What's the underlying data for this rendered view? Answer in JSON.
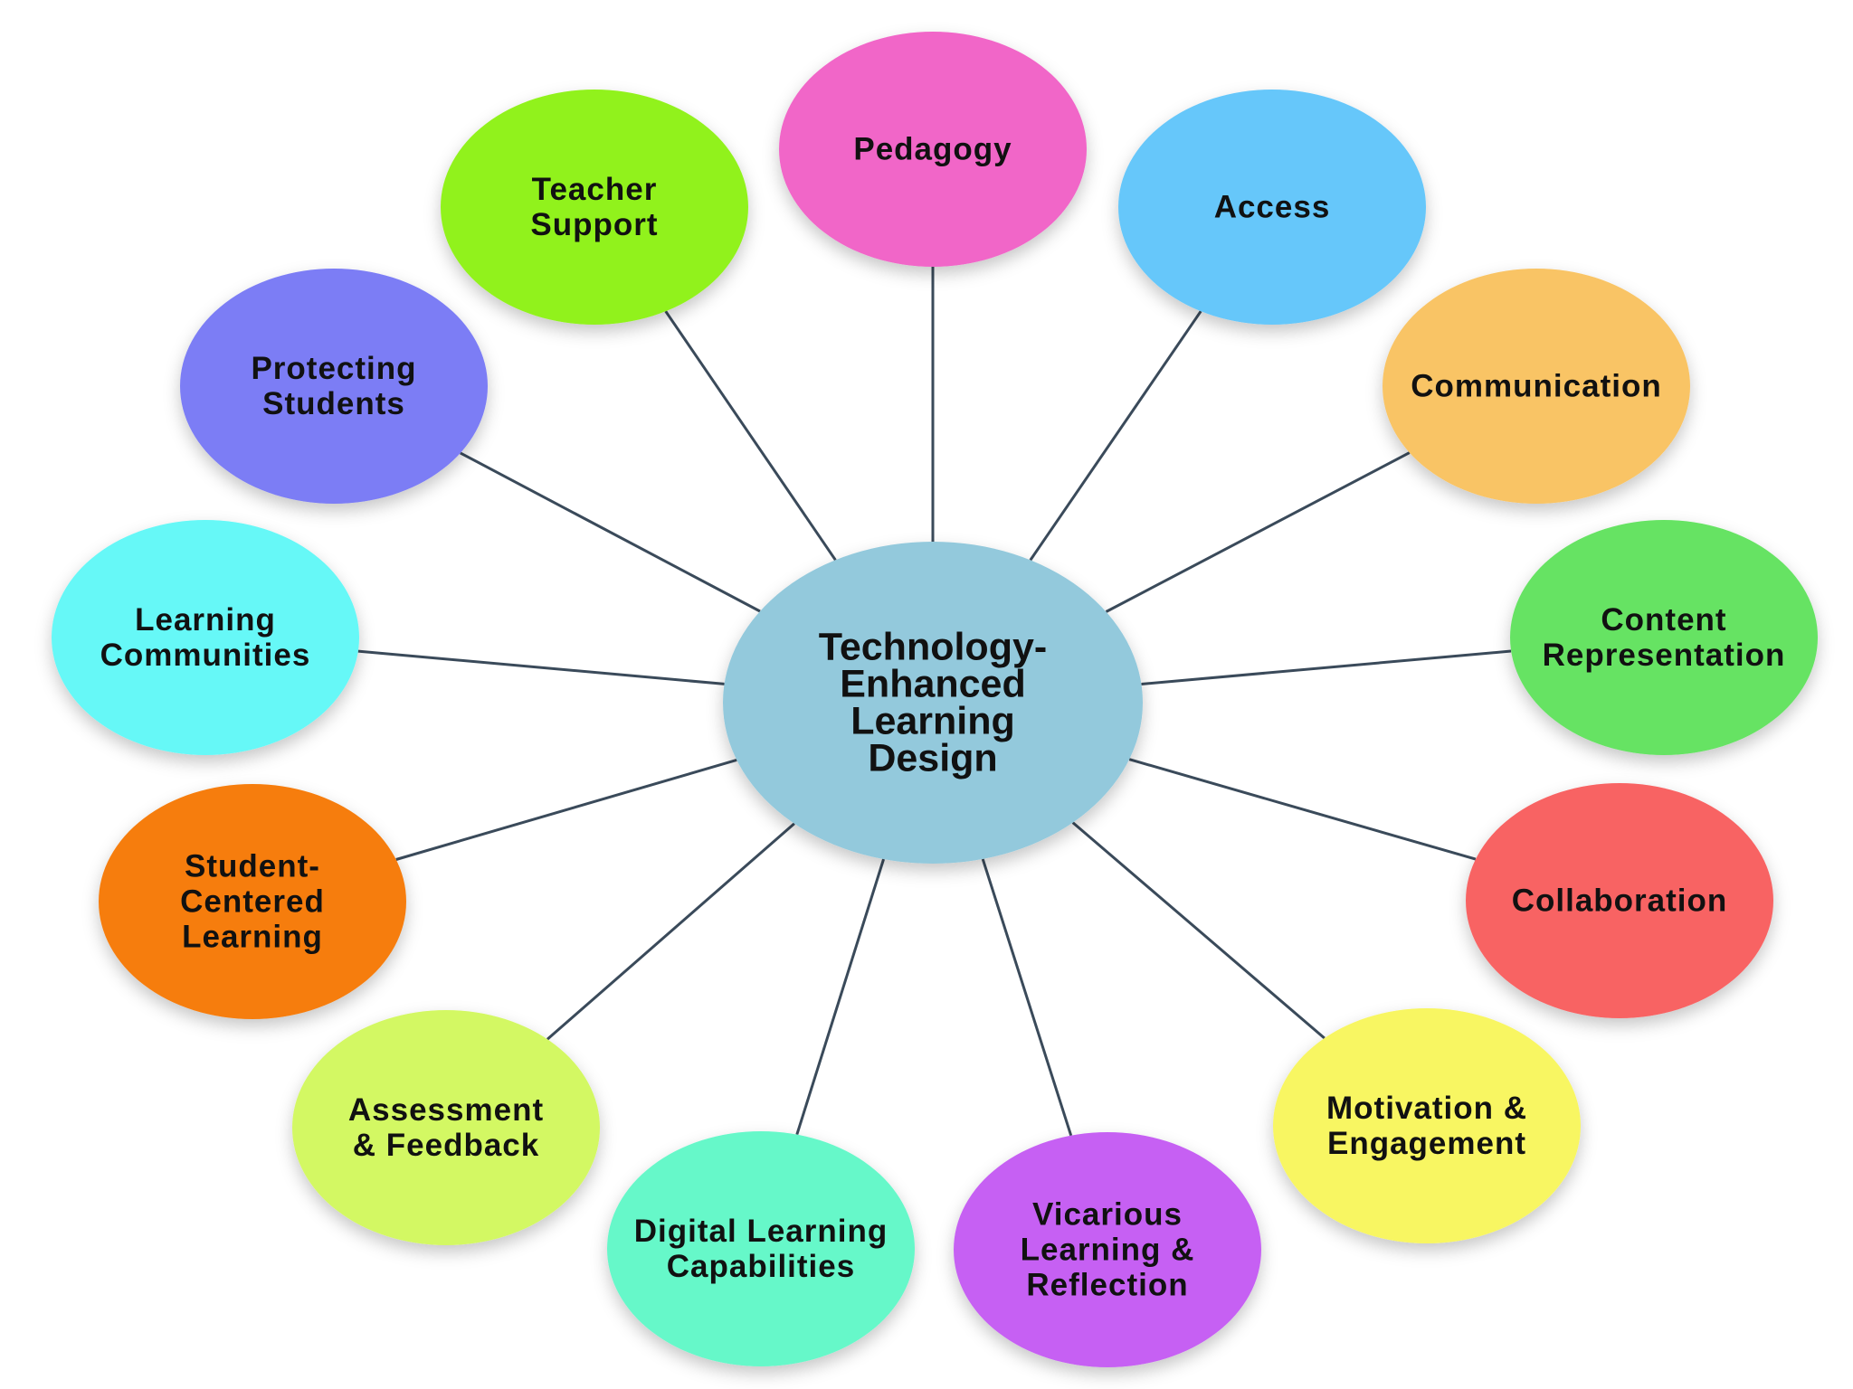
{
  "center": {
    "label_lines": [
      "Technology-",
      "Enhanced",
      "Learning",
      "Design"
    ],
    "color": "#93c9dc"
  },
  "nodes": [
    {
      "id": "pedagogy",
      "label_lines": [
        "Pedagogy"
      ],
      "color": "#f166c8"
    },
    {
      "id": "access",
      "label_lines": [
        "Access"
      ],
      "color": "#66c7fa"
    },
    {
      "id": "communication",
      "label_lines": [
        "Communication"
      ],
      "color": "#f9c465"
    },
    {
      "id": "content-representation",
      "label_lines": [
        "Content",
        "Representation"
      ],
      "color": "#66e364"
    },
    {
      "id": "collaboration",
      "label_lines": [
        "Collaboration"
      ],
      "color": "#f86464"
    },
    {
      "id": "motivation-engagement",
      "label_lines": [
        "Motivation &",
        "Engagement"
      ],
      "color": "#f8f662"
    },
    {
      "id": "vicarious-learning-reflection",
      "label_lines": [
        "Vicarious",
        "Learning &",
        "Reflection"
      ],
      "color": "#c661f3"
    },
    {
      "id": "digital-learning-capabilities",
      "label_lines": [
        "Digital Learning",
        "Capabilities"
      ],
      "color": "#66f8c9"
    },
    {
      "id": "assessment-feedback",
      "label_lines": [
        "Assessment",
        "& Feedback"
      ],
      "color": "#d3f864"
    },
    {
      "id": "student-centered-learning",
      "label_lines": [
        "Student-",
        "Centered",
        "Learning"
      ],
      "color": "#f67d0c"
    },
    {
      "id": "learning-communities",
      "label_lines": [
        "Learning",
        "Communities"
      ],
      "color": "#66f8f7"
    },
    {
      "id": "protecting-students",
      "label_lines": [
        "Protecting",
        "Students"
      ],
      "color": "#7b7df5"
    },
    {
      "id": "teacher-support",
      "label_lines": [
        "Teacher",
        "Support"
      ],
      "color": "#91f21c"
    }
  ]
}
